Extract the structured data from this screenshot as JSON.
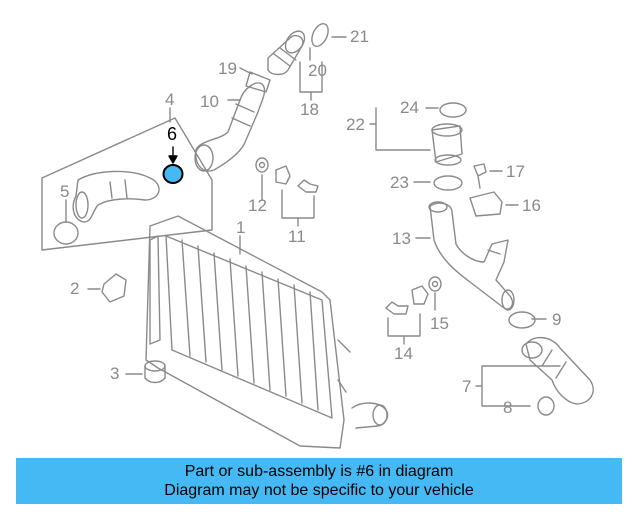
{
  "diagram": {
    "highlight_color": "#45b9f4",
    "line_color": "#8a8a8a",
    "callouts": {
      "c1": "1",
      "c2": "2",
      "c3": "3",
      "c4": "4",
      "c5": "5",
      "c6": "6",
      "c7": "7",
      "c8": "8",
      "c9": "9",
      "c10": "10",
      "c11": "11",
      "c12": "12",
      "c13": "13",
      "c14": "14",
      "c15": "15",
      "c16": "16",
      "c17": "17",
      "c18": "18",
      "c19": "19",
      "c20": "20",
      "c21": "21",
      "c22": "22",
      "c23": "23",
      "c24": "24"
    }
  },
  "banner": {
    "line1": "Part or sub-assembly is #6 in diagram",
    "line2": "Diagram may not be specific to your vehicle",
    "background": "#45b9f4"
  }
}
